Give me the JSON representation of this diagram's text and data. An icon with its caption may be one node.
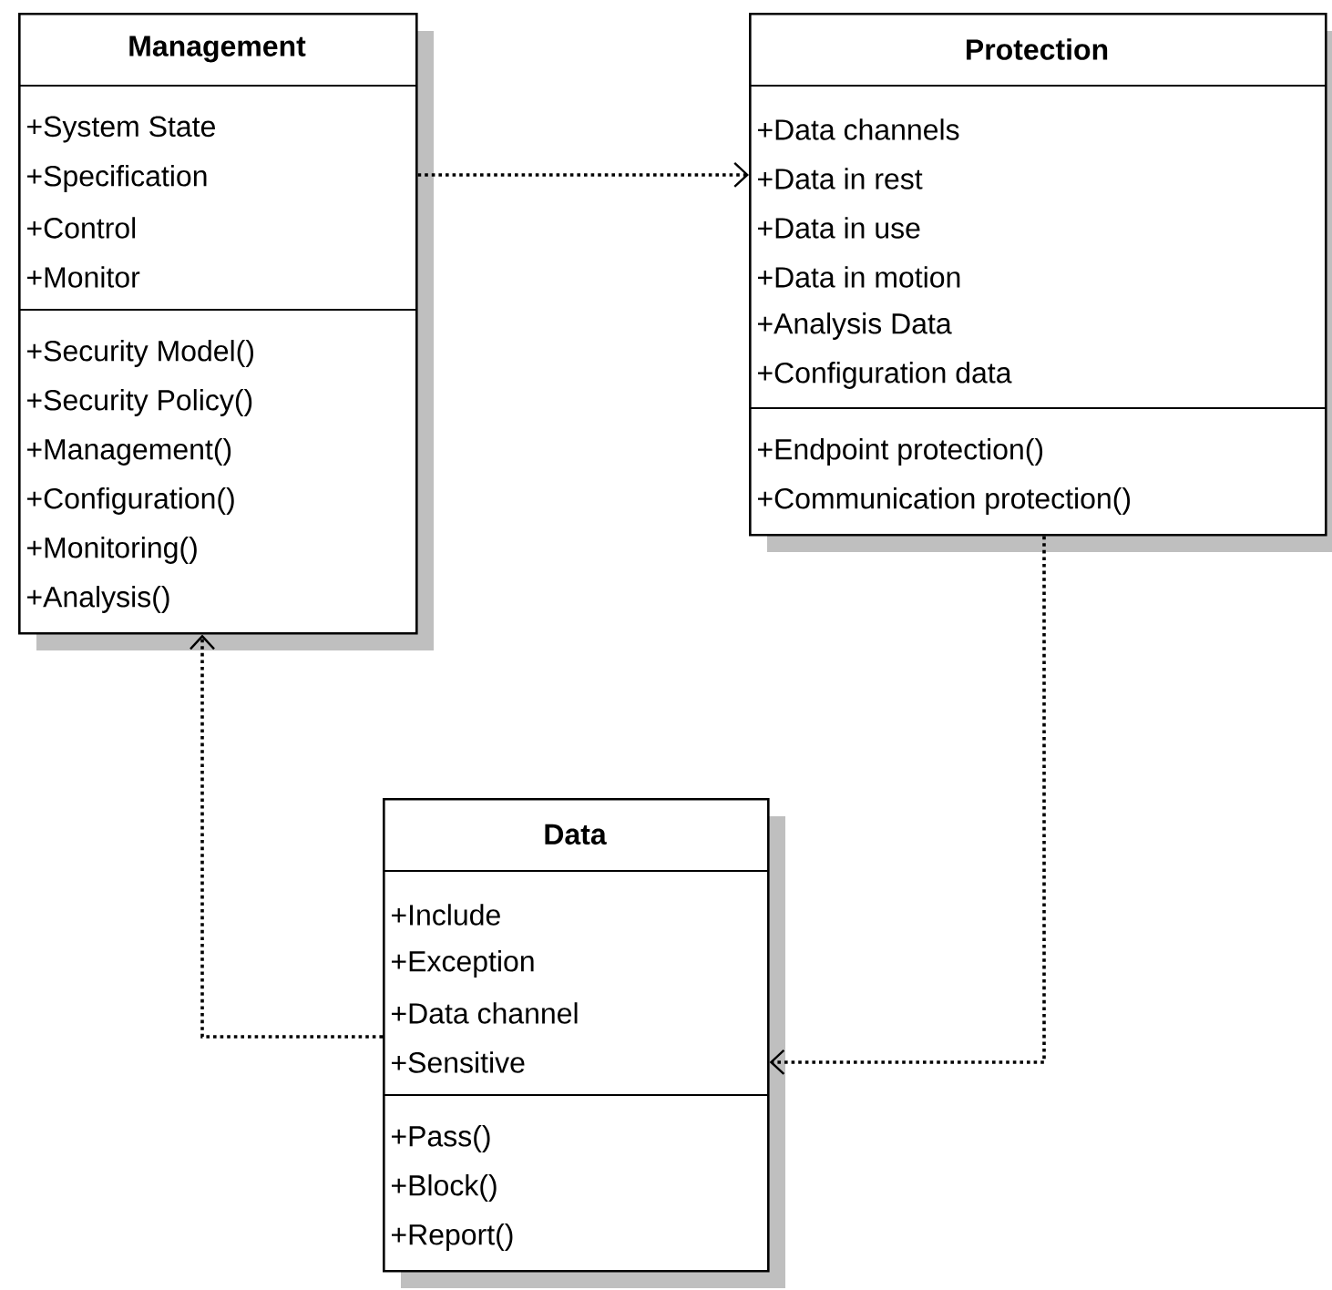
{
  "diagram": {
    "nodes": [
      {
        "text": [
          "Management",
          "+System State",
          "+Specification",
          "+Control",
          "+Monitor",
          "+Security Model()",
          "+Security Policy()",
          "+Management()",
          "+Configuration()",
          "+Monitoring()",
          "+Analysis()"
        ]
      },
      {
        "text": [
          "Protection",
          "+Data channels",
          "+Data in rest",
          "+Data in use",
          "+Data in motion",
          "+Analysis Data",
          "+Configuration data",
          "+Endpoint protection()",
          "+Communication protection()"
        ]
      },
      {
        "text": [
          "Data",
          "+Include",
          "+Exception",
          "+Data channel",
          "+Sensitive",
          "+Pass()",
          "+Block()",
          "+Report()"
        ]
      }
    ],
    "edges": [
      {
        "from": 0,
        "to": 1,
        "arrow": "to",
        "style": "dashed"
      },
      {
        "from": 1,
        "to": 2,
        "arrow": "to",
        "style": "dashed"
      },
      {
        "from": 2,
        "to": 0,
        "arrow": "to",
        "style": "dashed"
      }
    ]
  }
}
